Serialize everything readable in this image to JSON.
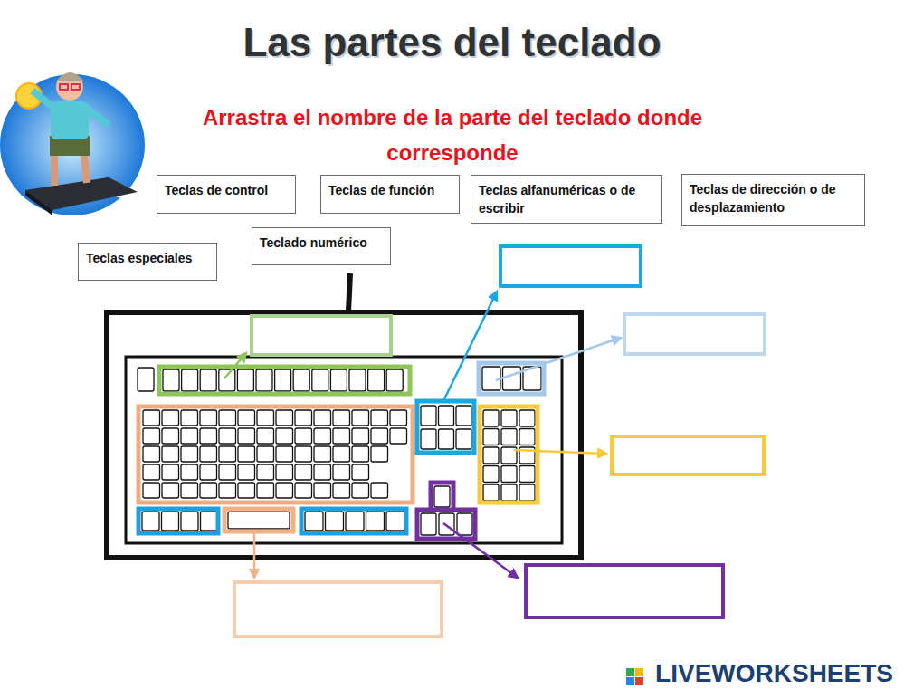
{
  "diagram": {
    "title": "Las partes del teclado",
    "nodes": [
      {
        "text": [
          "Teclas de control"
        ]
      },
      {
        "text": [
          "Teclas de función"
        ]
      },
      {
        "text": [
          "Teclas alfanuméricas o de escribir"
        ]
      },
      {
        "text": [
          "Teclas de dirección o de desplazamiento"
        ]
      },
      {
        "text": [
          "Teclado numérico"
        ]
      },
      {
        "text": [
          "Teclas especiales"
        ]
      }
    ],
    "labels": [
      "Arrastra el nombre de la parte del teclado donde corresponde",
      "LIVEWORKSHEETS"
    ]
  }
}
